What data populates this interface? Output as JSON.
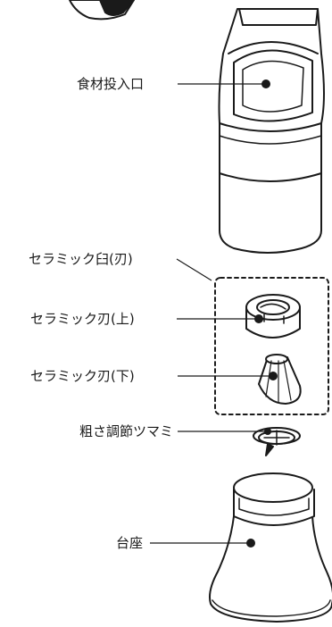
{
  "labels": {
    "food_inlet": "食材投入口",
    "ceramic_mill": "セラミック臼(刃)",
    "ceramic_blade_upper": "セラミック刃(上)",
    "ceramic_blade_lower": "セラミック刃(下)",
    "coarseness_knob": "粗さ調節ツマミ",
    "base": "台座"
  },
  "colors": {
    "line": "#1a1a1a",
    "fill": "#ffffff"
  }
}
